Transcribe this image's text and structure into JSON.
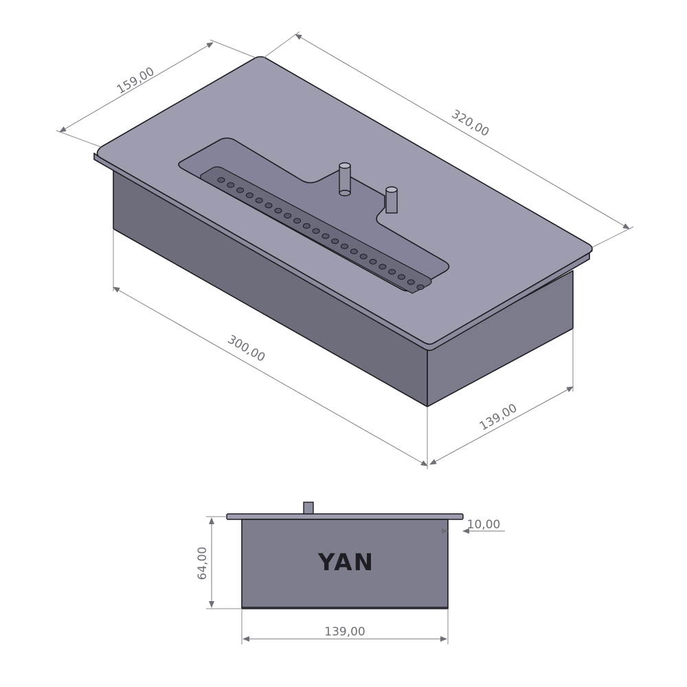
{
  "dimensions": {
    "top_plate_width": "159,00",
    "top_plate_length": "320,00",
    "body_length": "300,00",
    "body_width": "139,00",
    "body_height": "64,00",
    "plate_overhang": "10,00",
    "side_body_width": "139,00"
  },
  "side_view": {
    "label": "YAN"
  },
  "colors": {
    "top_face": "#9d9daf",
    "front_face": "#6d6d7c",
    "right_face": "#7b7b8c",
    "slot_interior": "#83839a",
    "outline": "#1c1c22",
    "dimension": "#7a7a80"
  }
}
